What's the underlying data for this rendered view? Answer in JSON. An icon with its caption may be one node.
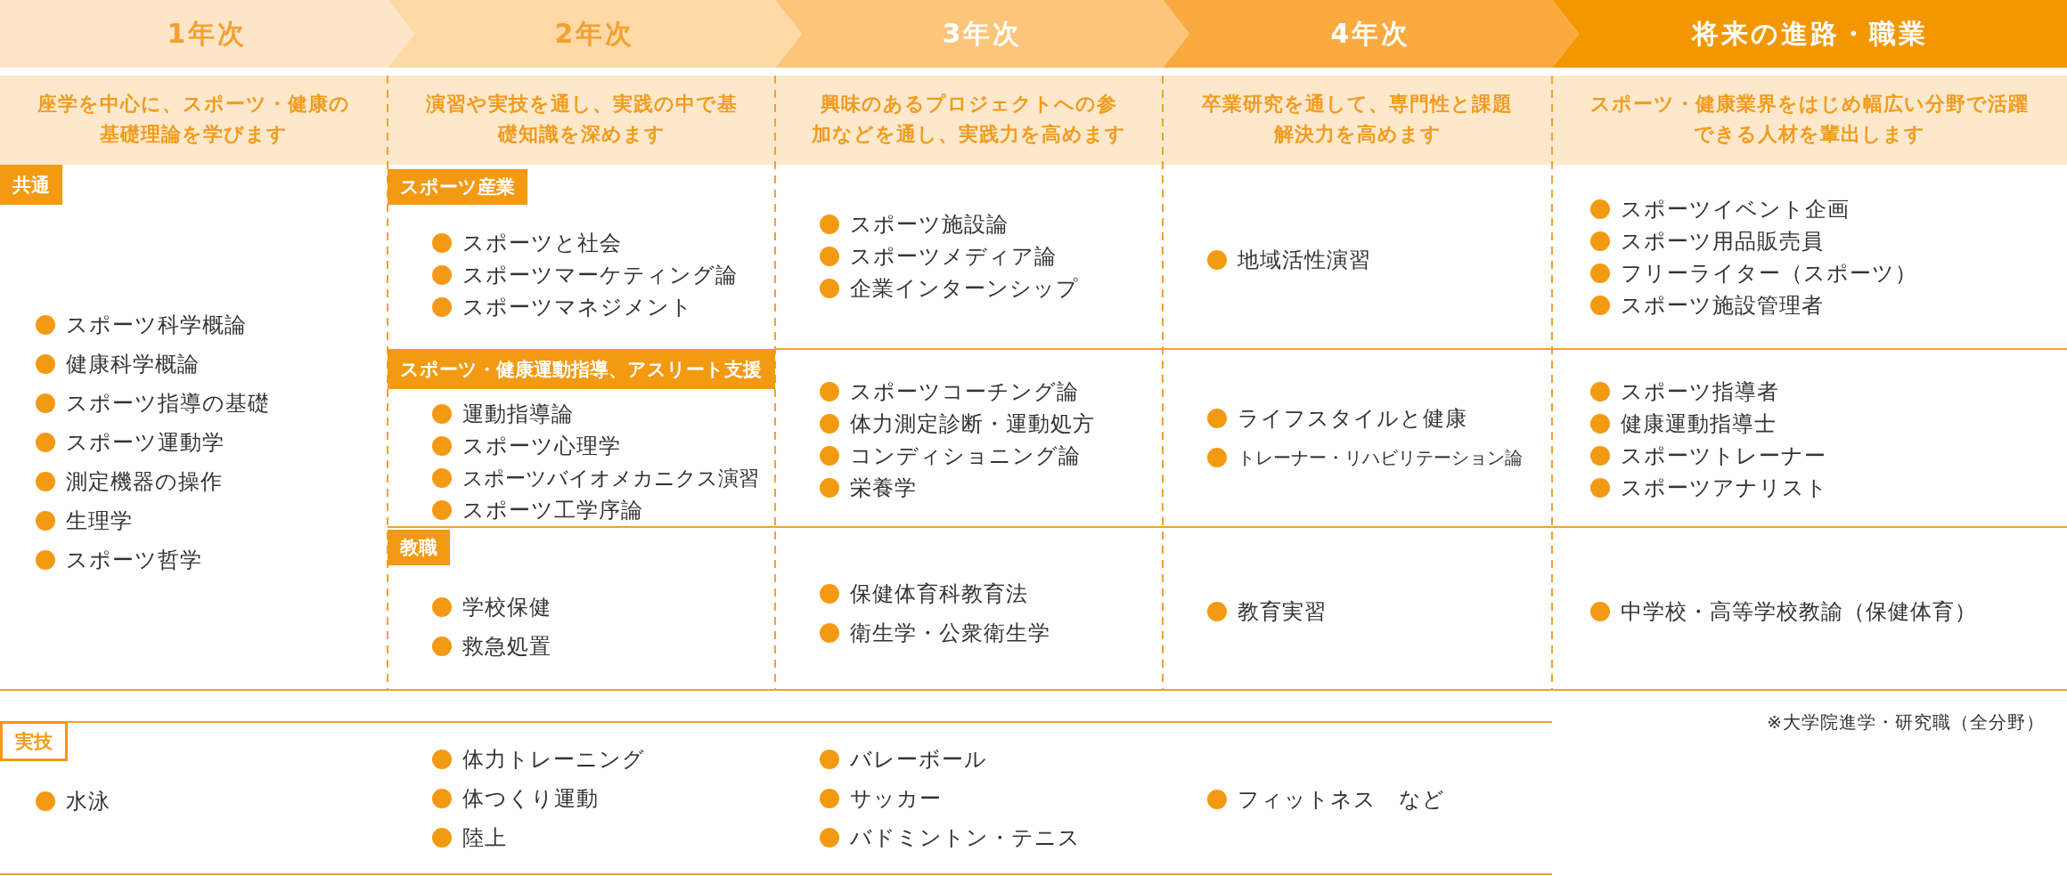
{
  "diagram": {
    "nodes": [
      {
        "text": [
          "1年次"
        ]
      },
      {
        "text": [
          "2年次"
        ]
      },
      {
        "text": [
          "3年次"
        ]
      },
      {
        "text": [
          "4年次"
        ]
      },
      {
        "text": [
          "将来の進路・職業"
        ]
      },
      {
        "text": [
          "共通"
        ]
      },
      {
        "text": [
          "スポーツ産業"
        ]
      },
      {
        "text": [
          "スポーツ・健康運動指導、アスリート支援"
        ]
      },
      {
        "text": [
          "教職"
        ]
      },
      {
        "text": [
          "実技"
        ]
      }
    ],
    "labels": [
      "座学を中心に、スポーツ・健康の基礎理論を学びます",
      "演習や実技を通し、実践の中で基礎知識を深めます",
      "興味のあるプロジェクトへの参加などを通し、実践力を高めます",
      "卒業研究を通して、専門性と課題解決力を高めます",
      "スポーツ・健康業界をはじめ幅広い分野で活躍できる人材を輩出します",
      "スポーツ科学概論",
      "健康科学概論",
      "スポーツ指導の基礎",
      "スポーツ運動学",
      "測定機器の操作",
      "生理学",
      "スポーツ哲学",
      "スポーツと社会",
      "スポーツマーケティング論",
      "スポーツマネジメント",
      "スポーツ施設論",
      "スポーツメディア論",
      "企業インターンシップ",
      "地域活性演習",
      "スポーツイベント企画",
      "スポーツ用品販売員",
      "フリーライター（スポーツ）",
      "スポーツ施設管理者",
      "運動指導論",
      "スポーツ心理学",
      "スポーツバイオメカニクス演習",
      "スポーツ工学序論",
      "スポーツコーチング論",
      "体力測定診断・運動処方",
      "コンディショニング論",
      "栄養学",
      "ライフスタイルと健康",
      "トレーナー・リハビリテーション論",
      "スポーツ指導者",
      "健康運動指導士",
      "スポーツトレーナー",
      "スポーツアナリスト",
      "学校保健",
      "救急処置",
      "保健体育科教育法",
      "衛生学・公衆衛生学",
      "教育実習",
      "中学校・高等学校教諭（保健体育）",
      "※大学院進学・研究職（全分野）",
      "水泳",
      "体力トレーニング",
      "体つくり運動",
      "陸上",
      "バレーボール",
      "サッカー",
      "バドミントン・テニス",
      "フィットネス　など"
    ]
  }
}
